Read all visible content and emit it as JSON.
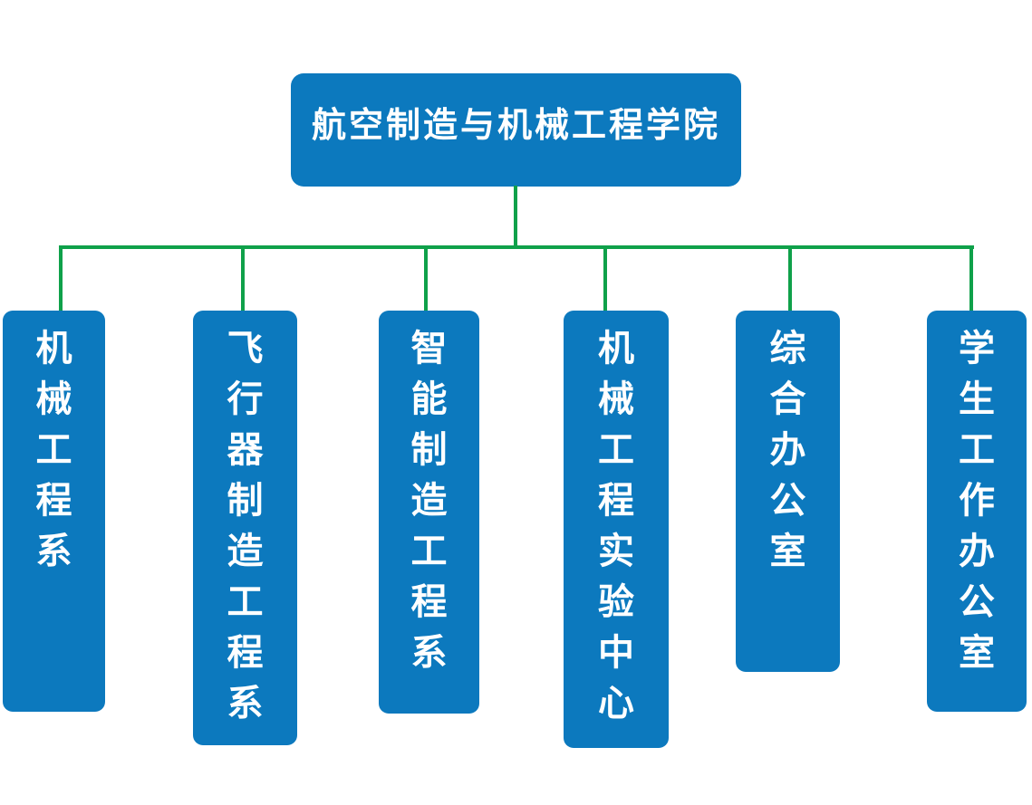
{
  "org_chart": {
    "type": "org-tree",
    "root": {
      "label": "航空制造与机械工程学院"
    },
    "departments": [
      {
        "label": "机械工程系"
      },
      {
        "label": "飞行器制造工程系"
      },
      {
        "label": "智能制造工程系"
      },
      {
        "label": "机械工程实验中心"
      },
      {
        "label": "综合办公室"
      },
      {
        "label": "学生工作办公室"
      }
    ]
  },
  "colors": {
    "node_fill": "#0c79be",
    "node_text": "#ffffff",
    "connector": "#0fa14a",
    "background": "#ffffff"
  }
}
